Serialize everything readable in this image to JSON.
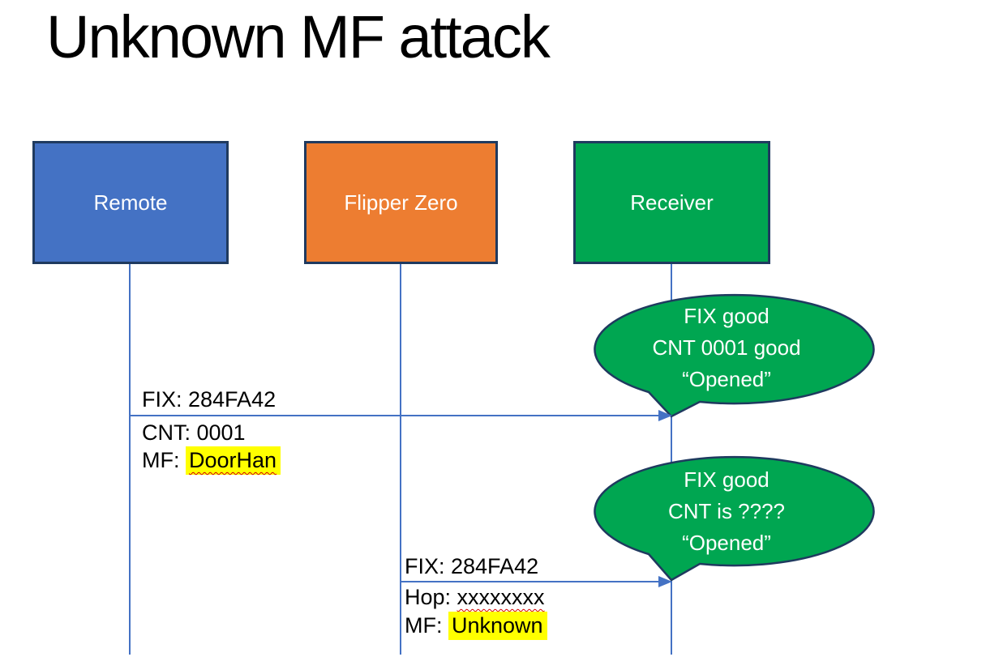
{
  "slide": {
    "title": "Unknown MF attack"
  },
  "actors": [
    {
      "label": "Remote",
      "fill": "#4472C4"
    },
    {
      "label": "Flipper Zero",
      "fill": "#ED7D31"
    },
    {
      "label": "Receiver",
      "fill": "#00A651"
    }
  ],
  "messages": [
    {
      "from": "Remote",
      "to": "Receiver",
      "line1": "FIX: 284FA42",
      "line2": "CNT: 0001",
      "line3_prefix": "MF: ",
      "line3_value": "DoorHan"
    },
    {
      "from": "Flipper Zero",
      "to": "Receiver",
      "line1": "FIX: 284FA42",
      "line2_prefix": "Hop: ",
      "line2_value": "xxxxxxxx",
      "line3_prefix": "MF: ",
      "line3_value": "Unknown"
    }
  ],
  "callouts": [
    {
      "line1": "FIX good",
      "line2": "CNT 0001 good",
      "line3": "“Opened”"
    },
    {
      "line1": "FIX good",
      "line2": "CNT is ????",
      "line3": "“Opened”"
    }
  ],
  "colors": {
    "actor_blue": "#4472C4",
    "actor_orange": "#ED7D31",
    "actor_green": "#00A651",
    "outline_navy": "#1F3A5F",
    "connector_blue": "#4472C4",
    "highlight_yellow": "#FFFF00",
    "squiggle_red": "#D20000",
    "title_black": "#000000",
    "callout_text_white": "#FFFFFF"
  }
}
